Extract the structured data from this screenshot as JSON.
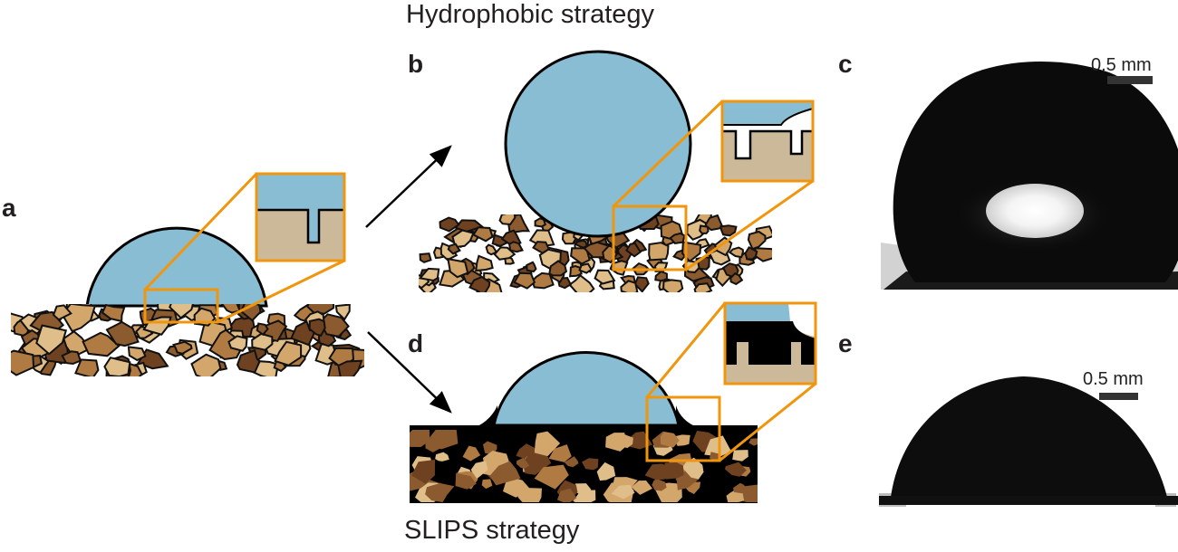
{
  "titles": {
    "top": "Hydrophobic strategy",
    "bottom": "SLIPS strategy"
  },
  "panels": {
    "a": "a",
    "b": "b",
    "c": "c",
    "d": "d",
    "e": "e"
  },
  "scale_bars": {
    "c": "0.5 mm",
    "e": "0.5 mm"
  },
  "colors": {
    "water": "#89bdd3",
    "substrate_tan": "#cbb99a",
    "particle_light": "#d3a66c",
    "particle_dark": "#8b5a2e",
    "zoom_box": "#f0960e",
    "lubricant": "#000000"
  }
}
